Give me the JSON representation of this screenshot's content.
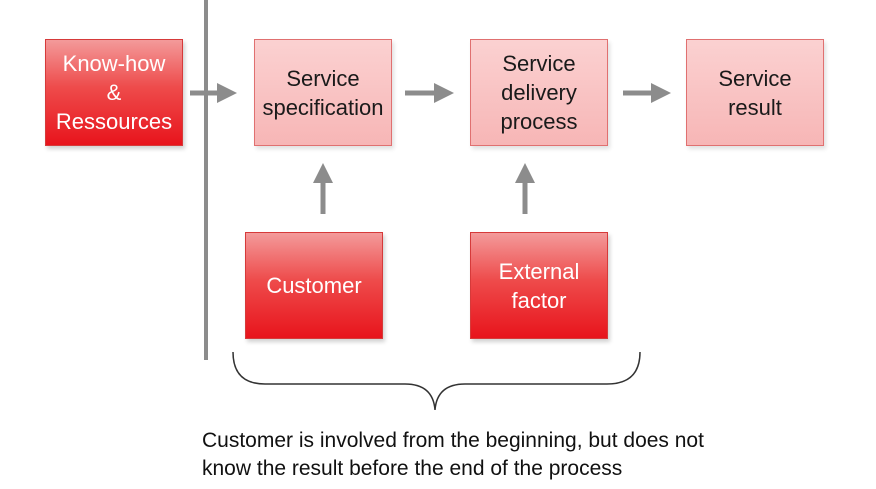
{
  "boxes": {
    "knowhow": "Know-how\n&\nRessources",
    "spec": "Service\nspecification",
    "delivery": "Service\ndelivery\nprocess",
    "result": "Service\nresult",
    "customer": "Customer",
    "external": "External\nfactor"
  },
  "caption": {
    "line1": "Customer is involved from the beginning, but does not",
    "line2": "know the result before the end of the process"
  },
  "colors": {
    "dark_box_fill": "#ee4b4b",
    "light_box_fill": "#f7b6b6",
    "arrow": "#8c8c8c",
    "divider": "#8c8c8c"
  }
}
